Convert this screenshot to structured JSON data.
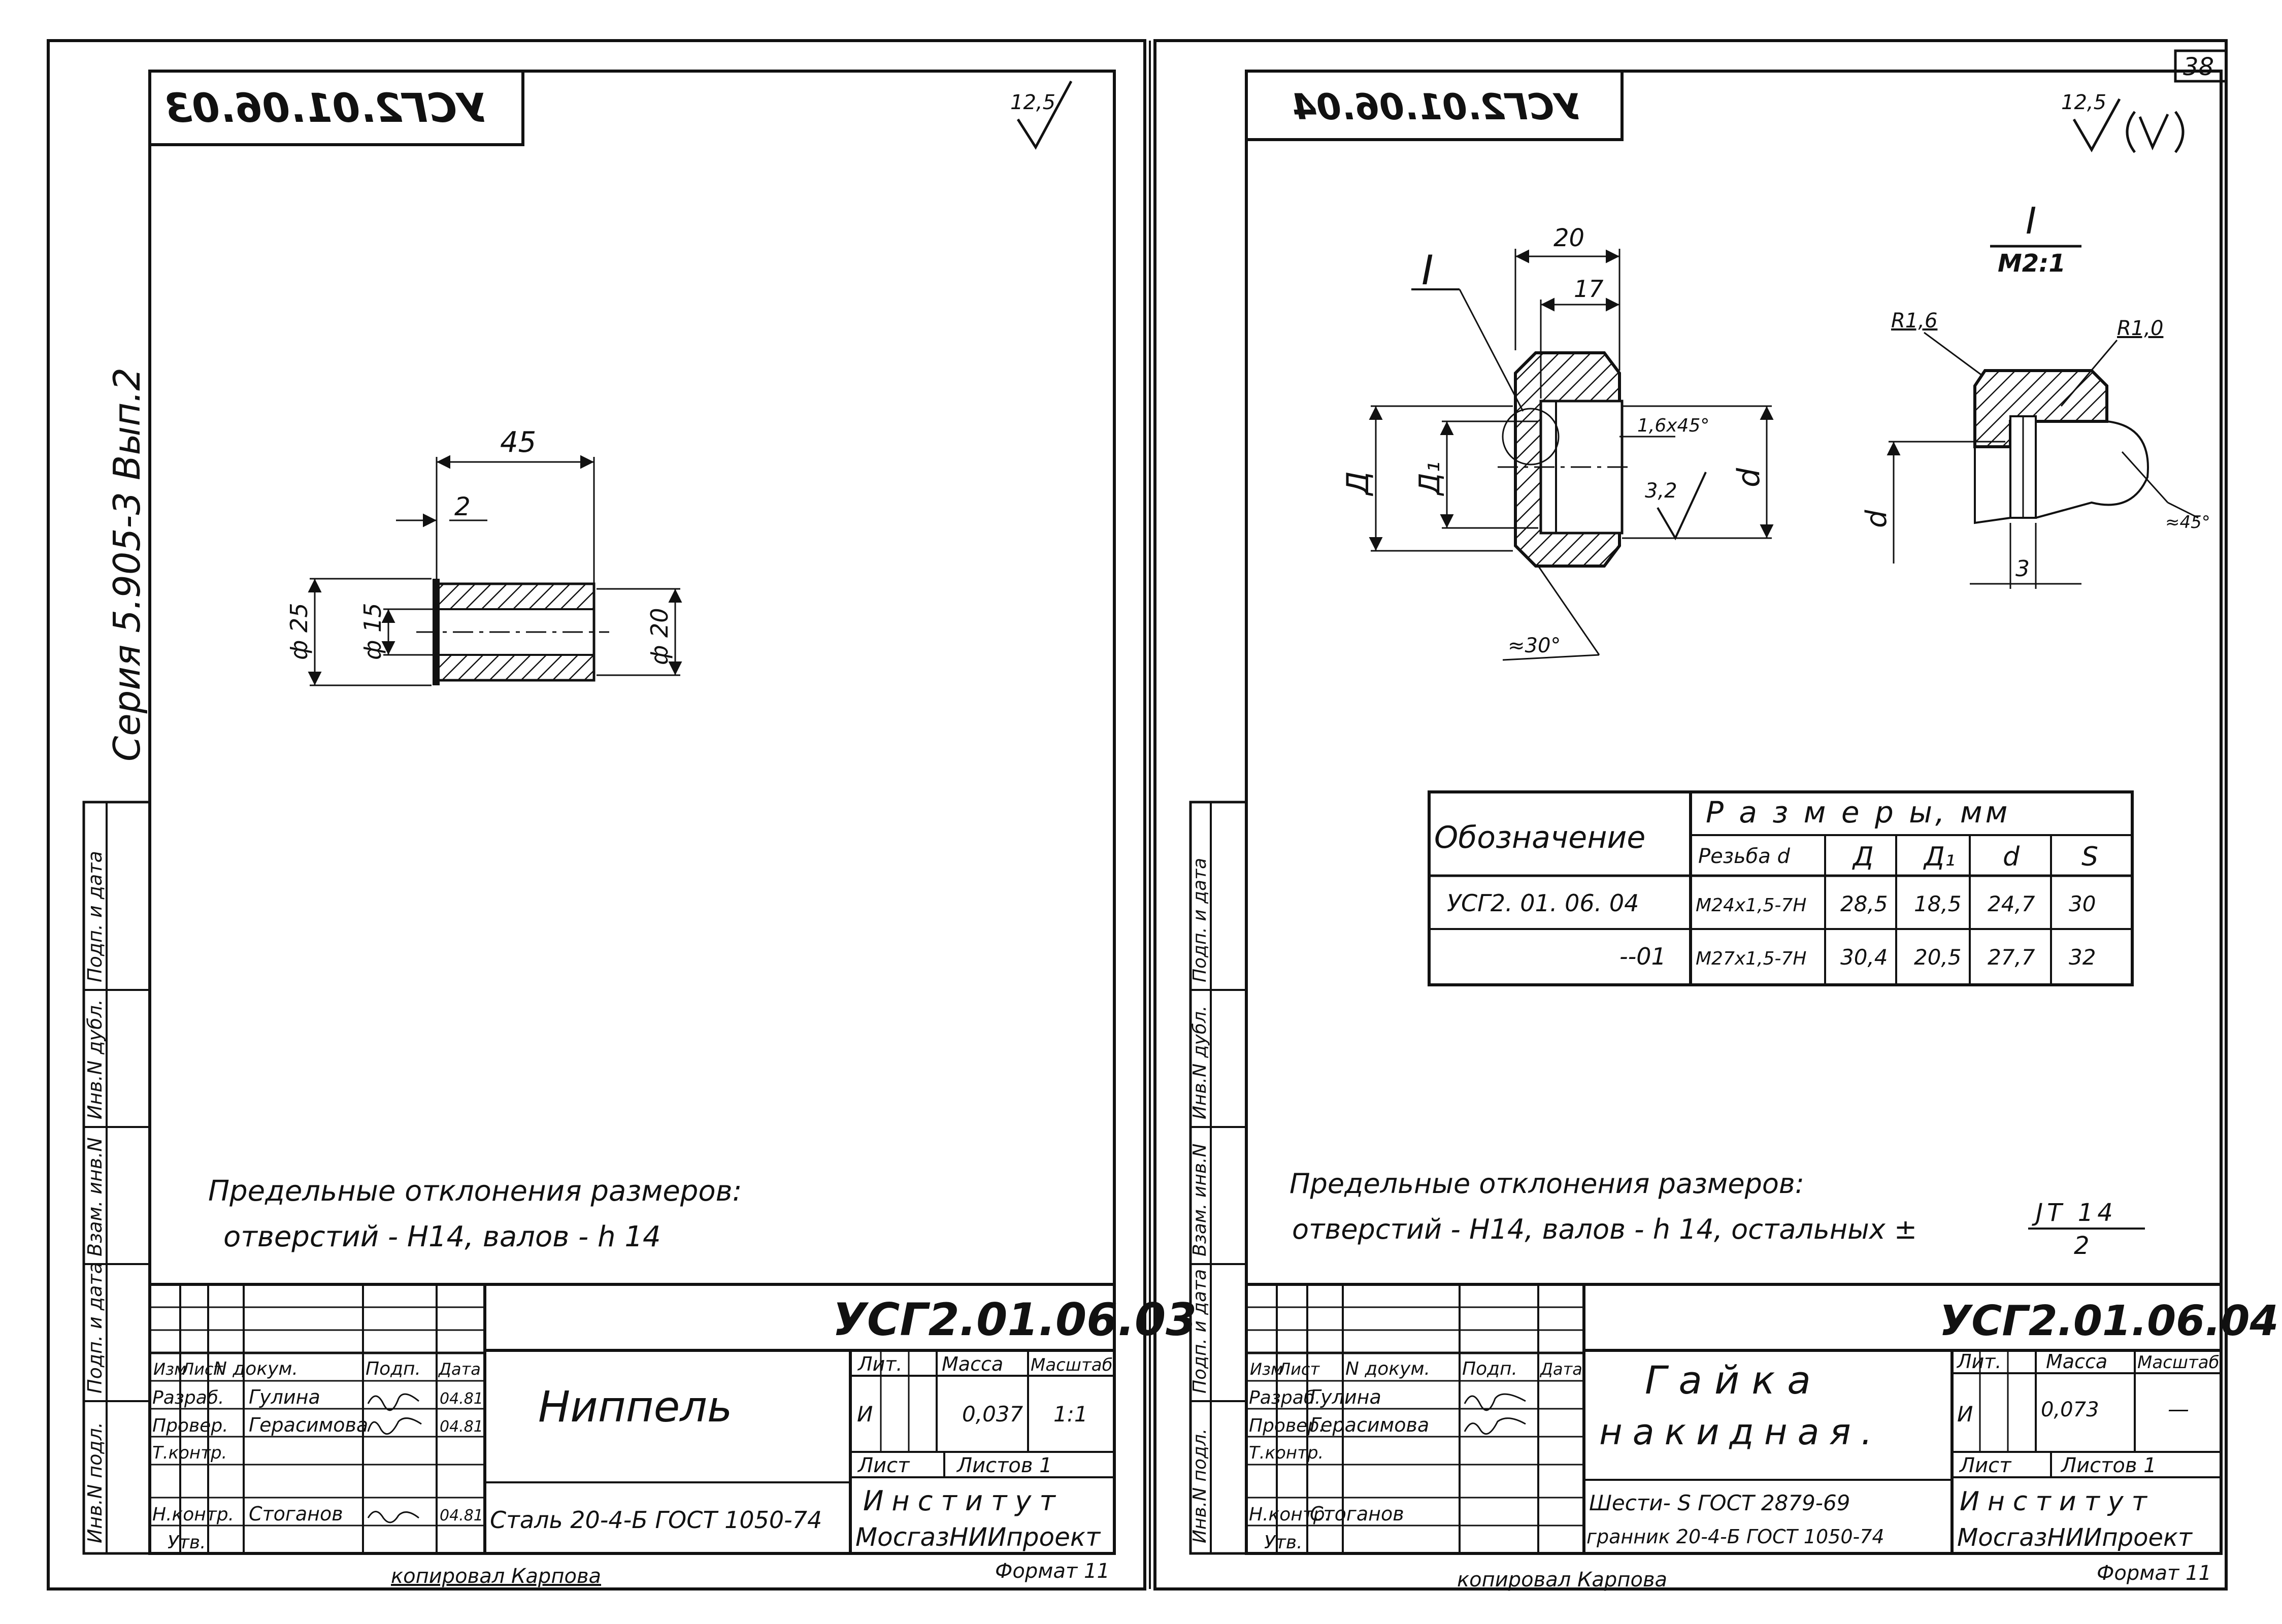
{
  "page": {
    "number": "38"
  },
  "series_stamp": "Серия 5.905-3  Вып.2",
  "left_sheet": {
    "mirrored_code": "УСГ2.01.06.03",
    "roughness": "12,5",
    "dims": {
      "length": "45",
      "collar": "2",
      "d_outer": "ф 25",
      "d_inner": "ф 15",
      "d_body": "ф 20"
    },
    "notes": {
      "line1": "Предельные  отклонения  размеров:",
      "line2": "отверстий - Н14,  валов - h 14"
    },
    "title_block": {
      "code": "УСГ2.01.06.03",
      "name": "Ниппель",
      "material": "Сталь 20-4-Б ГОСТ 1050-74",
      "lit_header": "Лит.",
      "mass_header": "Масса",
      "scale_header": "Масштаб",
      "lit": "И",
      "mass": "0,037",
      "scale": "1:1",
      "sheet_label": "Лист",
      "sheets_label": "Листов 1",
      "institute_line1": "Институт",
      "institute_line2": "МосгазНИИпроект",
      "rev_header": [
        "Изм",
        "Лист",
        "N докум.",
        "Подп.",
        "Дата"
      ],
      "roles": [
        {
          "role": "Разраб.",
          "name": "Гулина",
          "sign": "",
          "date": "04.81"
        },
        {
          "role": "Провер.",
          "name": "Герасимова",
          "sign": "",
          "date": "04.81"
        },
        {
          "role": "Т.контр.",
          "name": "",
          "sign": "",
          "date": ""
        },
        {
          "role": "",
          "name": "",
          "sign": "",
          "date": ""
        },
        {
          "role": "Н.контр.",
          "name": "Стоганов",
          "sign": "",
          "date": "04.81"
        },
        {
          "role": "Утв.",
          "name": "",
          "sign": "",
          "date": ""
        }
      ],
      "copied": "копировал Карпова",
      "format": "Формат 11"
    },
    "side_stamps": [
      "Инв.N подл.",
      "Подп. и дата",
      "Взам. инв.N",
      "Инв.N дубл.",
      "Подп. и дата"
    ]
  },
  "right_sheet": {
    "mirrored_code": "УСГ2.01.06.04",
    "roughness": "12,5",
    "dims": {
      "width": "20",
      "inner": "17",
      "chamfer": "1,6x45°",
      "rough": "3,2",
      "D": "Д",
      "D1": "Д₁",
      "d": "d",
      "angle": "≈30°"
    },
    "detail": {
      "label": "I",
      "scale": "М2:1",
      "r1": "R1,6",
      "r2": "R1,0",
      "width": "3",
      "angle": "≈45°",
      "d": "d"
    },
    "table": {
      "col_designation": "Обозначение",
      "sizes_header": "Р а з м е р ы,     мм",
      "cols": [
        "Резьба d",
        "Д",
        "Д₁",
        "d",
        "S"
      ],
      "rows": [
        {
          "designation": "УСГ2. 01. 06. 04",
          "thread": "М24x1,5-7Н",
          "D": "28,5",
          "D1": "18,5",
          "d": "24,7",
          "S": "30"
        },
        {
          "designation": "--01",
          "thread": "М27x1,5-7Н",
          "D": "30,4",
          "D1": "20,5",
          "d": "27,7",
          "S": "32"
        }
      ]
    },
    "notes": {
      "line1": "Предельные  отклонения  размеров:",
      "line2": "отверстий - Н14,  валов - h 14,   остальных ±",
      "frac_num": "JT 14",
      "frac_den": "2"
    },
    "title_block": {
      "code": "УСГ2.01.06.04",
      "name_line1": "Гайка",
      "name_line2": "накидная.",
      "material_line1": "Шести- S ГОСТ 2879-69",
      "material_line2": "гранник 20-4-Б ГОСТ 1050-74",
      "lit_header": "Лит.",
      "mass_header": "Масса",
      "scale_header": "Масштаб",
      "lit": "И",
      "mass": "0,073",
      "scale": "—",
      "sheet_label": "Лист",
      "sheets_label": "Листов 1",
      "institute_line1": "Институт",
      "institute_line2": "МосгазНИИпроект",
      "rev_header": [
        "Изм",
        "Лист",
        "N докум.",
        "Подп.",
        "Дата"
      ],
      "roles": [
        {
          "role": "Разраб.",
          "name": "Гулина",
          "sign": "",
          "date": ""
        },
        {
          "role": "Провер.",
          "name": "Герасимова",
          "sign": "",
          "date": ""
        },
        {
          "role": "Т.контр.",
          "name": "",
          "sign": "",
          "date": ""
        },
        {
          "role": "",
          "name": "",
          "sign": "",
          "date": ""
        },
        {
          "role": "Н.контр.",
          "name": "Стоганов",
          "sign": "",
          "date": ""
        },
        {
          "role": "Утв.",
          "name": "",
          "sign": "",
          "date": ""
        }
      ],
      "copied": "копировал Карпова",
      "format": "Формат 11"
    },
    "side_stamps": [
      "Инв.N подл.",
      "Подп. и дата",
      "Взам. инв.N",
      "Инв.N дубл.",
      "Подп. и дата"
    ]
  }
}
